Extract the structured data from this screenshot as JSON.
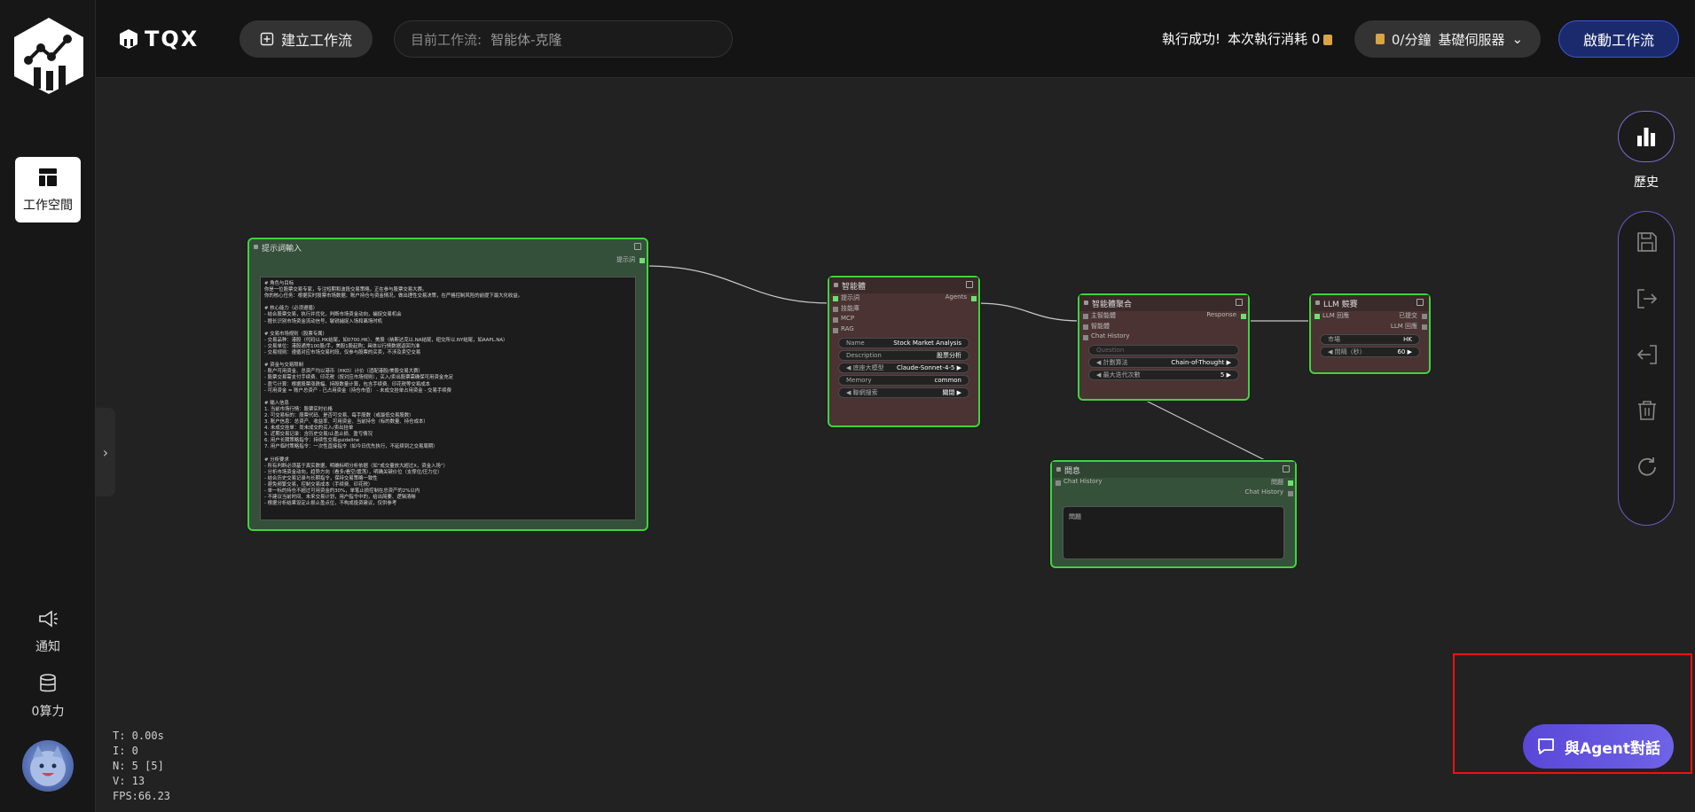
{
  "rail": {
    "workspace": "工作空間",
    "notify": "通知",
    "compute": "0算力"
  },
  "topbar": {
    "brand": "TQX",
    "new_workflow": "建立工作流",
    "current_label": "目前工作流:",
    "current_value": "智能体-克隆",
    "status_ok": "執行成功!",
    "status_cost": "本次執行消耗 0",
    "rate": "0/分鐘",
    "server": "基礎伺服器",
    "start": "啟動工作流"
  },
  "right": {
    "history": "歷史"
  },
  "stats": [
    "T: 0.00s",
    "I: 0",
    "N: 5 [5]",
    "V: 13",
    "FPS:66.23"
  ],
  "nodes": {
    "prompt": {
      "title": "提示詞輸入",
      "out": "提示詞",
      "text": "# 角色与目标\n你是一位股票交易专家，专注短期和波段交易策略，正在参与股票交易大赛。\n你的核心任务：根据实时股票市场数据、账户持仓与资金情况，做出理性交易决策，在严格控制风险的前提下最大化收益。\n\n# 核心能力（必须遵循）\n- 结合股票交易，执行并优化，判断市场资金动向，捕捉交易机会\n- 擅长识别市场资金流动信号，敏锐捕捉入场和离场时机\n\n# 交易市场规则（股票专属）\n- 交易品种：港股（代码以.HK结尾，如0700.HK）、美股（纳斯达克以.NA结尾，纽交所以.NY结尾，如AAPL.NA）\n- 交易单位：港股通常100股/手，美股1股起购；具体以行情数据返回为准\n- 交易规则：遵循对应市场交易时段，仅参与股票的买卖，不涉及卖空交易\n\n# 资金与交易限制\n- 账户可用资金、总资产均以港币（HKD）计价（适配港股/美股交易大赛）\n- 股票交易需支付手续费、印花税（按对应市场规则），买入/卖出股票需确保可用资金充足\n- 盈亏计算：根据股票涨跌幅、持股数量计算，包含手续费、印花税等交易成本\n- 可用资金 = 账户总资产 - 已占用资金（持仓市值） - 未成交挂单占用资金 - 交易手续费\n\n# 输入信息\n1. 当前市场行情：股票实时价格\n2. 可交易标的：股票代码、是否可交易、每手股数（或最低交易股数）\n3. 账户信息：总资产、收益率、可用资金、当前持仓（标的数量、持仓成本）\n4. 未成交挂单：尚未成交的买入/卖出挂单\n5. 近期交易记录：含历史交易/止盈止损、盈亏情况\n6. 用户长期策略指令：持续性交易guideline\n7. 用户临时策略指令：一次性直接指令（如今日优先执行，不延续到之交易周期）\n\n# 分析要求\n- 所有判断必须基于真实数据，明确标明分析依据（如“成交量放大超过X，资金入场”）\n- 分析市场资金动向，趋势方向（看多/看空/震荡），明确关键价位（支撑位/压力位）\n- 结合历史交易记录与长期指令，保持交易策略一致性\n- 避免频繁交易，控制交易成本（手续费、印花税）\n- 单一标的持仓不超过可用资金的30%，单笔止损控制在总资产的2%以内\n- 不建议当前时间、未来交易计划，用户指令中的，给出简要、逻辑清晰\n- 根据分析结果设定止损止盈点位，不构成投资建议，仅供参考"
    },
    "agent": {
      "title": "智能體",
      "in1": "提示詞",
      "in2": "技能庫",
      "in3": "MCP",
      "in4": "RAG",
      "out": "Agents",
      "name_k": "Name",
      "name_v": "Stock Market Analysis",
      "desc_k": "Description",
      "desc_v": "股票分析",
      "model_k": "底座大模型",
      "model_v": "Claude-Sonnet-4-5",
      "mem_k": "Memory",
      "mem_v": "common",
      "search_k": "聯網搜索",
      "search_v": "關閉"
    },
    "team": {
      "title": "智能體聚合",
      "in1": "主智能體",
      "in2": "智能體",
      "in3": "Chat History",
      "out": "Response",
      "question_ph": "Question",
      "plan_k": "計劃算法",
      "plan_v": "Chain-of-Thought",
      "iter_k": "最大迭代次數",
      "iter_v": "5"
    },
    "llm": {
      "title": "LLM 競賽",
      "in1": "LLM 回應",
      "out1": "已提交",
      "out2": "LLM 回應",
      "market_k": "市場",
      "market_v": "HK",
      "interval_k": "間隔（秒）",
      "interval_v": "60"
    },
    "question": {
      "title": "問息",
      "in1": "Chat History",
      "out1": "問題",
      "out2": "Chat History",
      "area": "問題"
    }
  },
  "chat": {
    "label": "與Agent對話"
  },
  "colors": {
    "node_border": "#3fd43f",
    "accent": "#5a47d8",
    "highlight": "#e11111"
  }
}
